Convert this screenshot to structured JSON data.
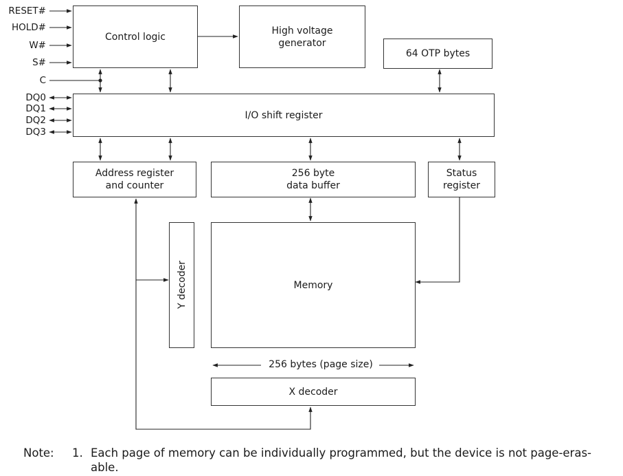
{
  "blocks": {
    "control_logic": "Control logic",
    "high_voltage": "High voltage\ngenerator",
    "otp": "64 OTP bytes",
    "io_shift": "I/O shift register",
    "address_register": "Address register\nand counter",
    "data_buffer": "256 byte\ndata buffer",
    "status_register": "Status\nregister",
    "y_decoder": "Y decoder",
    "memory": "Memory",
    "x_decoder": "X decoder"
  },
  "pins": {
    "reset": "RESET#",
    "hold": "HOLD#",
    "w": "W#",
    "s": "S#",
    "c": "C",
    "dq0": "DQ0",
    "dq1": "DQ1",
    "dq2": "DQ2",
    "dq3": "DQ3"
  },
  "page_size_label": "256 bytes (page size)",
  "note": {
    "label": "Note:",
    "number": "1.",
    "text": "Each page of memory can be individually programmed, but the device is not page-eras-\nable."
  }
}
